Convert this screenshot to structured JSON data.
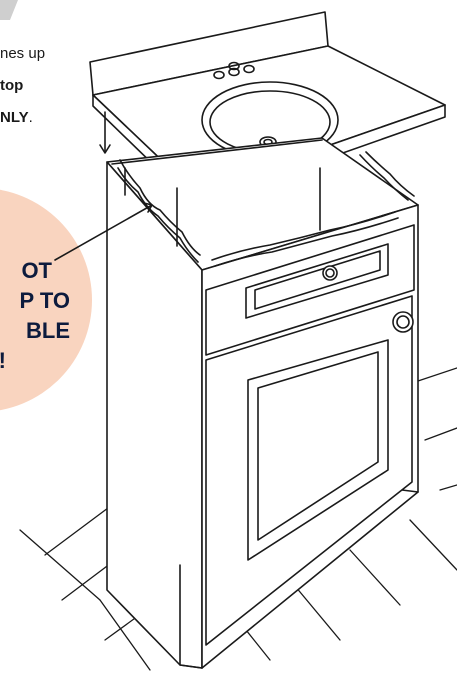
{
  "instruction": {
    "line1": "nes up",
    "line2": "top",
    "line3_bold": "NLY",
    "line3_tail": "."
  },
  "warning": {
    "line1": "OT",
    "line2": "P TO",
    "line3": "BLE",
    "line4": "!"
  },
  "colors": {
    "warning_badge": "#f9d4bf",
    "warning_text": "#0d1b3d",
    "line": "#1a1a1a"
  }
}
